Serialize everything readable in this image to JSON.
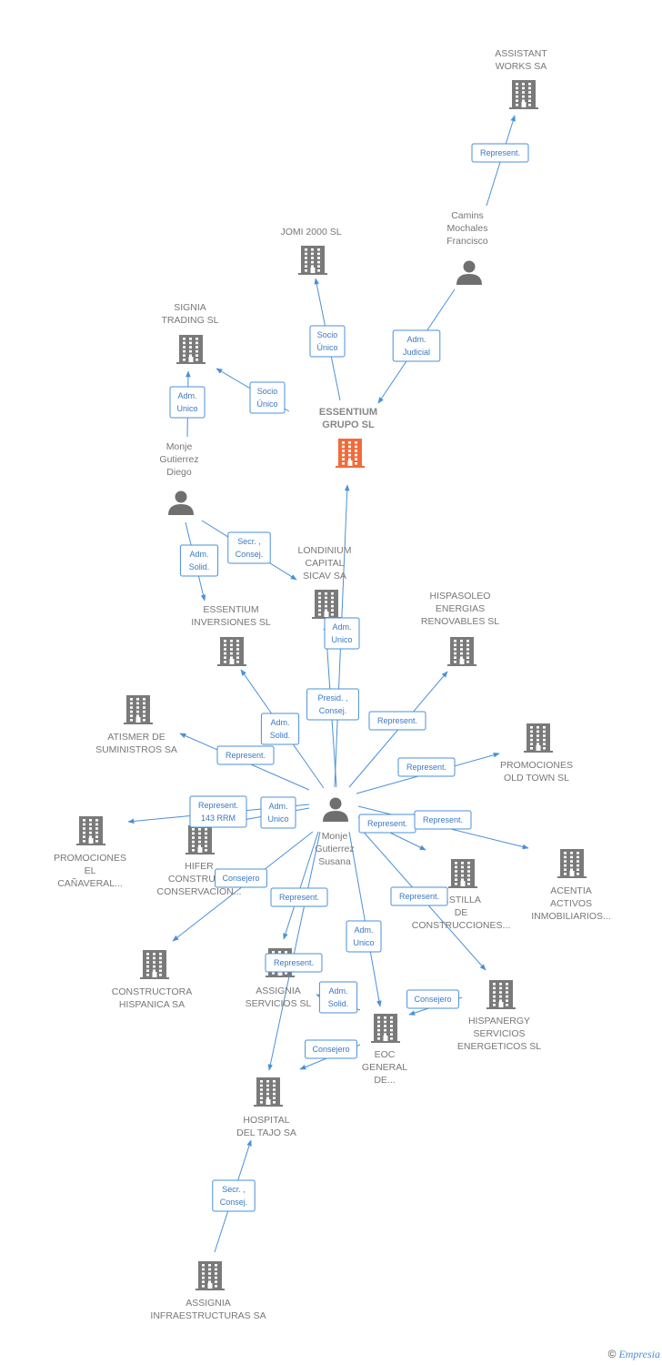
{
  "nodes": [
    {
      "id": "assistant",
      "type": "company",
      "label": [
        "ASSISTANT",
        "WORKS SA"
      ]
    },
    {
      "id": "camins",
      "type": "person",
      "label": [
        "Camins",
        "Mochales",
        "Francisco"
      ]
    },
    {
      "id": "jomi",
      "type": "company",
      "label": [
        "JOMI 2000 SL"
      ]
    },
    {
      "id": "signia",
      "type": "company",
      "label": [
        "SIGNIA",
        "TRADING SL"
      ]
    },
    {
      "id": "essentium",
      "type": "focus",
      "label": [
        "ESSENTIUM",
        "GRUPO SL"
      ]
    },
    {
      "id": "diego",
      "type": "person",
      "label": [
        "Monje",
        "Gutierrez",
        "Diego"
      ]
    },
    {
      "id": "londinium",
      "type": "company",
      "label": [
        "LONDINIUM",
        "CAPITAL",
        "SICAV SA"
      ]
    },
    {
      "id": "ess_inv",
      "type": "company",
      "label": [
        "ESSENTIUM",
        "INVERSIONES SL"
      ]
    },
    {
      "id": "hispasoleo",
      "type": "company",
      "label": [
        "HISPASOLEO",
        "ENERGIAS",
        "RENOVABLES SL"
      ]
    },
    {
      "id": "atismer",
      "type": "company",
      "label": [
        "ATISMER DE",
        "SUMINISTROS SA"
      ]
    },
    {
      "id": "promo_old",
      "type": "company",
      "label": [
        "PROMOCIONES",
        "OLD TOWN SL"
      ]
    },
    {
      "id": "susana",
      "type": "person",
      "label": [
        "Monje",
        "Gutierrez",
        "Susana"
      ]
    },
    {
      "id": "promo_el",
      "type": "company",
      "label": [
        "PROMOCIONES",
        "EL",
        "CAÑAVERAL..."
      ]
    },
    {
      "id": "hifer",
      "type": "company",
      "label": [
        "HIFER",
        "CONSTRUC...",
        "CONSERVACION..."
      ]
    },
    {
      "id": "castilla",
      "type": "company",
      "label": [
        "...STILLA",
        "DE",
        "CONSTRUCCIONES..."
      ]
    },
    {
      "id": "acentia",
      "type": "company",
      "label": [
        "ACENTIA",
        "ACTIVOS",
        "INMOBILIARIOS..."
      ]
    },
    {
      "id": "constructora",
      "type": "company",
      "label": [
        "CONSTRUCTORA",
        "HISPANICA SA"
      ]
    },
    {
      "id": "assignia_serv",
      "type": "company",
      "label": [
        "ASSIGNIA",
        "SERVICIOS SL"
      ]
    },
    {
      "id": "hispanergy",
      "type": "company",
      "label": [
        "HISPANERGY",
        "SERVICIOS",
        "ENERGETICOS SL"
      ]
    },
    {
      "id": "eoc",
      "type": "company",
      "label": [
        "EOC",
        "GENERAL",
        "DE..."
      ]
    },
    {
      "id": "hospital",
      "type": "company",
      "label": [
        "HOSPITAL",
        "DEL TAJO SA"
      ]
    },
    {
      "id": "assignia_inf",
      "type": "company",
      "label": [
        "ASSIGNIA",
        "INFRAESTRUCTURAS SA"
      ]
    }
  ],
  "edges": [
    {
      "from": "camins",
      "to": "assistant",
      "label": [
        "Represent."
      ]
    },
    {
      "from": "camins",
      "to": "essentium",
      "label": [
        "Adm.",
        "Judicial"
      ]
    },
    {
      "from": "essentium",
      "to": "jomi",
      "label": [
        "Socio",
        "Único"
      ]
    },
    {
      "from": "essentium",
      "to": "signia",
      "label": [
        "Socio",
        "Único"
      ]
    },
    {
      "from": "diego",
      "to": "signia",
      "label": [
        "Adm.",
        "Unico"
      ]
    },
    {
      "from": "diego",
      "to": "ess_inv",
      "label": [
        "Adm.",
        "Solid."
      ]
    },
    {
      "from": "diego",
      "to": "londinium",
      "label": [
        "Secr. ,",
        "Consej."
      ]
    },
    {
      "from": "susana",
      "to": "londinium",
      "label": [
        "Adm.",
        "Unico"
      ]
    },
    {
      "from": "susana",
      "to": "essentium",
      "label": [
        "Presid. ,",
        "Consej."
      ]
    },
    {
      "from": "susana",
      "to": "ess_inv",
      "label": [
        "Adm.",
        "Solid."
      ]
    },
    {
      "from": "susana",
      "to": "hispasoleo",
      "label": [
        "Represent."
      ]
    },
    {
      "from": "susana",
      "to": "atismer",
      "label": [
        "Represent."
      ]
    },
    {
      "from": "susana",
      "to": "promo_old",
      "label": [
        "Represent."
      ]
    },
    {
      "from": "susana",
      "to": "promo_el",
      "label": [
        "Represent.",
        "143 RRM"
      ]
    },
    {
      "from": "susana",
      "to": "hifer",
      "label": [
        "Adm.",
        "Unico"
      ]
    },
    {
      "from": "susana",
      "to": "castilla",
      "label": [
        "Represent."
      ]
    },
    {
      "from": "susana",
      "to": "acentia",
      "label": [
        "Represent."
      ]
    },
    {
      "from": "susana",
      "to": "constructora",
      "label": [
        "Consejero"
      ]
    },
    {
      "from": "susana",
      "to": "assignia_serv",
      "label": [
        "Represent."
      ]
    },
    {
      "from": "susana",
      "to": "hispanergy",
      "label": [
        "Represent."
      ]
    },
    {
      "from": "susana",
      "to": "eoc",
      "label": [
        "Adm.",
        "Unico"
      ]
    },
    {
      "from": "susana",
      "to": "hospital",
      "label": [
        "Represent."
      ]
    },
    {
      "from": "eoc",
      "to": "assignia_serv",
      "label": [
        "Adm.",
        "Solid."
      ]
    },
    {
      "from": "eoc",
      "to": "hispanergy",
      "label": [
        "Consejero"
      ]
    },
    {
      "from": "eoc",
      "to": "hospital",
      "label": [
        "Consejero"
      ]
    },
    {
      "from": "assignia_inf",
      "to": "hospital",
      "label": [
        "Secr. ,",
        "Consej."
      ]
    }
  ],
  "credit": {
    "symbol": "©",
    "brand": "Empresia"
  },
  "colors": {
    "edge": "#4a90d9",
    "building": "#7a7a7a",
    "focus": "#f26b3a",
    "person": "#6f6f6f"
  }
}
